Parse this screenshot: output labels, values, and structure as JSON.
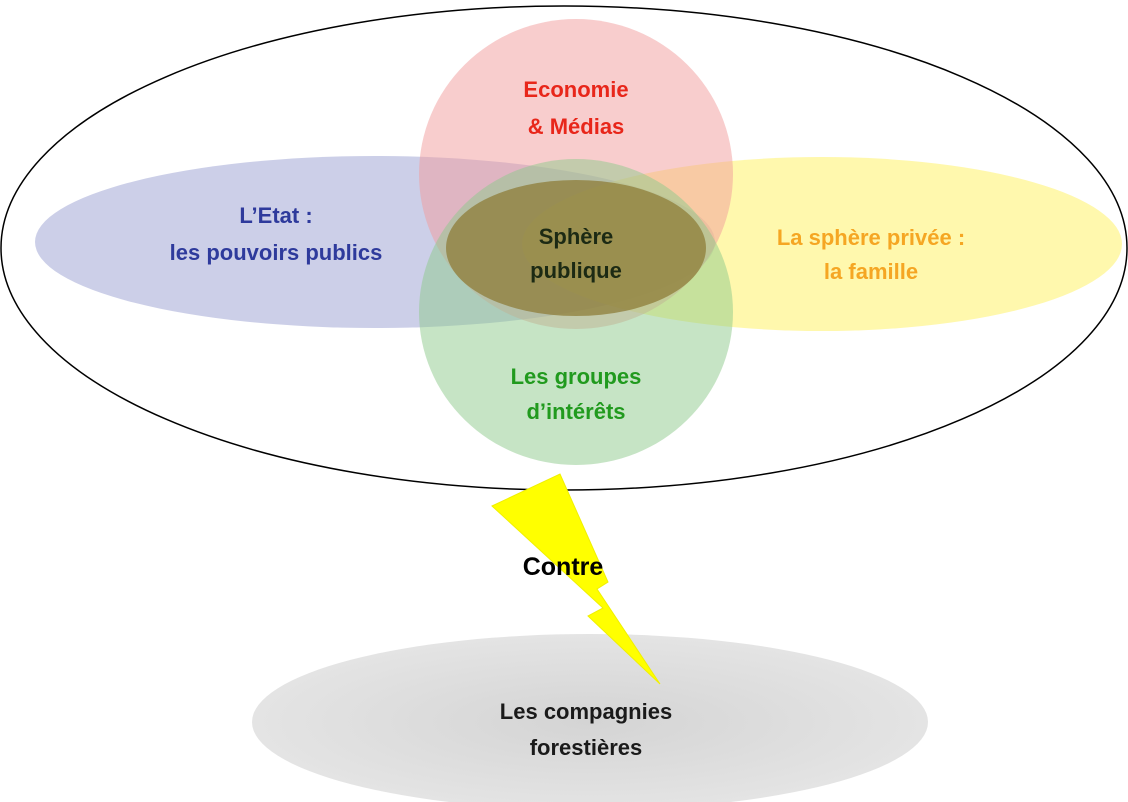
{
  "colors": {
    "etat": "#2e3a9c",
    "economie": "#e8261a",
    "sphere_privee": "#f5a623",
    "groupes": "#219a1e",
    "sphere_publique": "#1c2a14",
    "contre": "#000000",
    "compagnies": "#1a1a1a",
    "lightning": "#ffff00"
  },
  "diagram": {
    "economie": {
      "line1": "Economie",
      "line2": "& Médias"
    },
    "etat": {
      "line1": "L’Etat :",
      "line2": "les pouvoirs publics"
    },
    "sphere_privee": {
      "line1": "La sphère privée :",
      "line2": "la famille"
    },
    "sphere_publique": {
      "line1": "Sphère",
      "line2": "publique"
    },
    "groupes": {
      "line1": "Les groupes",
      "line2": "d’intérêts"
    },
    "contre": "Contre",
    "compagnies": {
      "line1": "Les compagnies",
      "line2": "forestières"
    }
  }
}
